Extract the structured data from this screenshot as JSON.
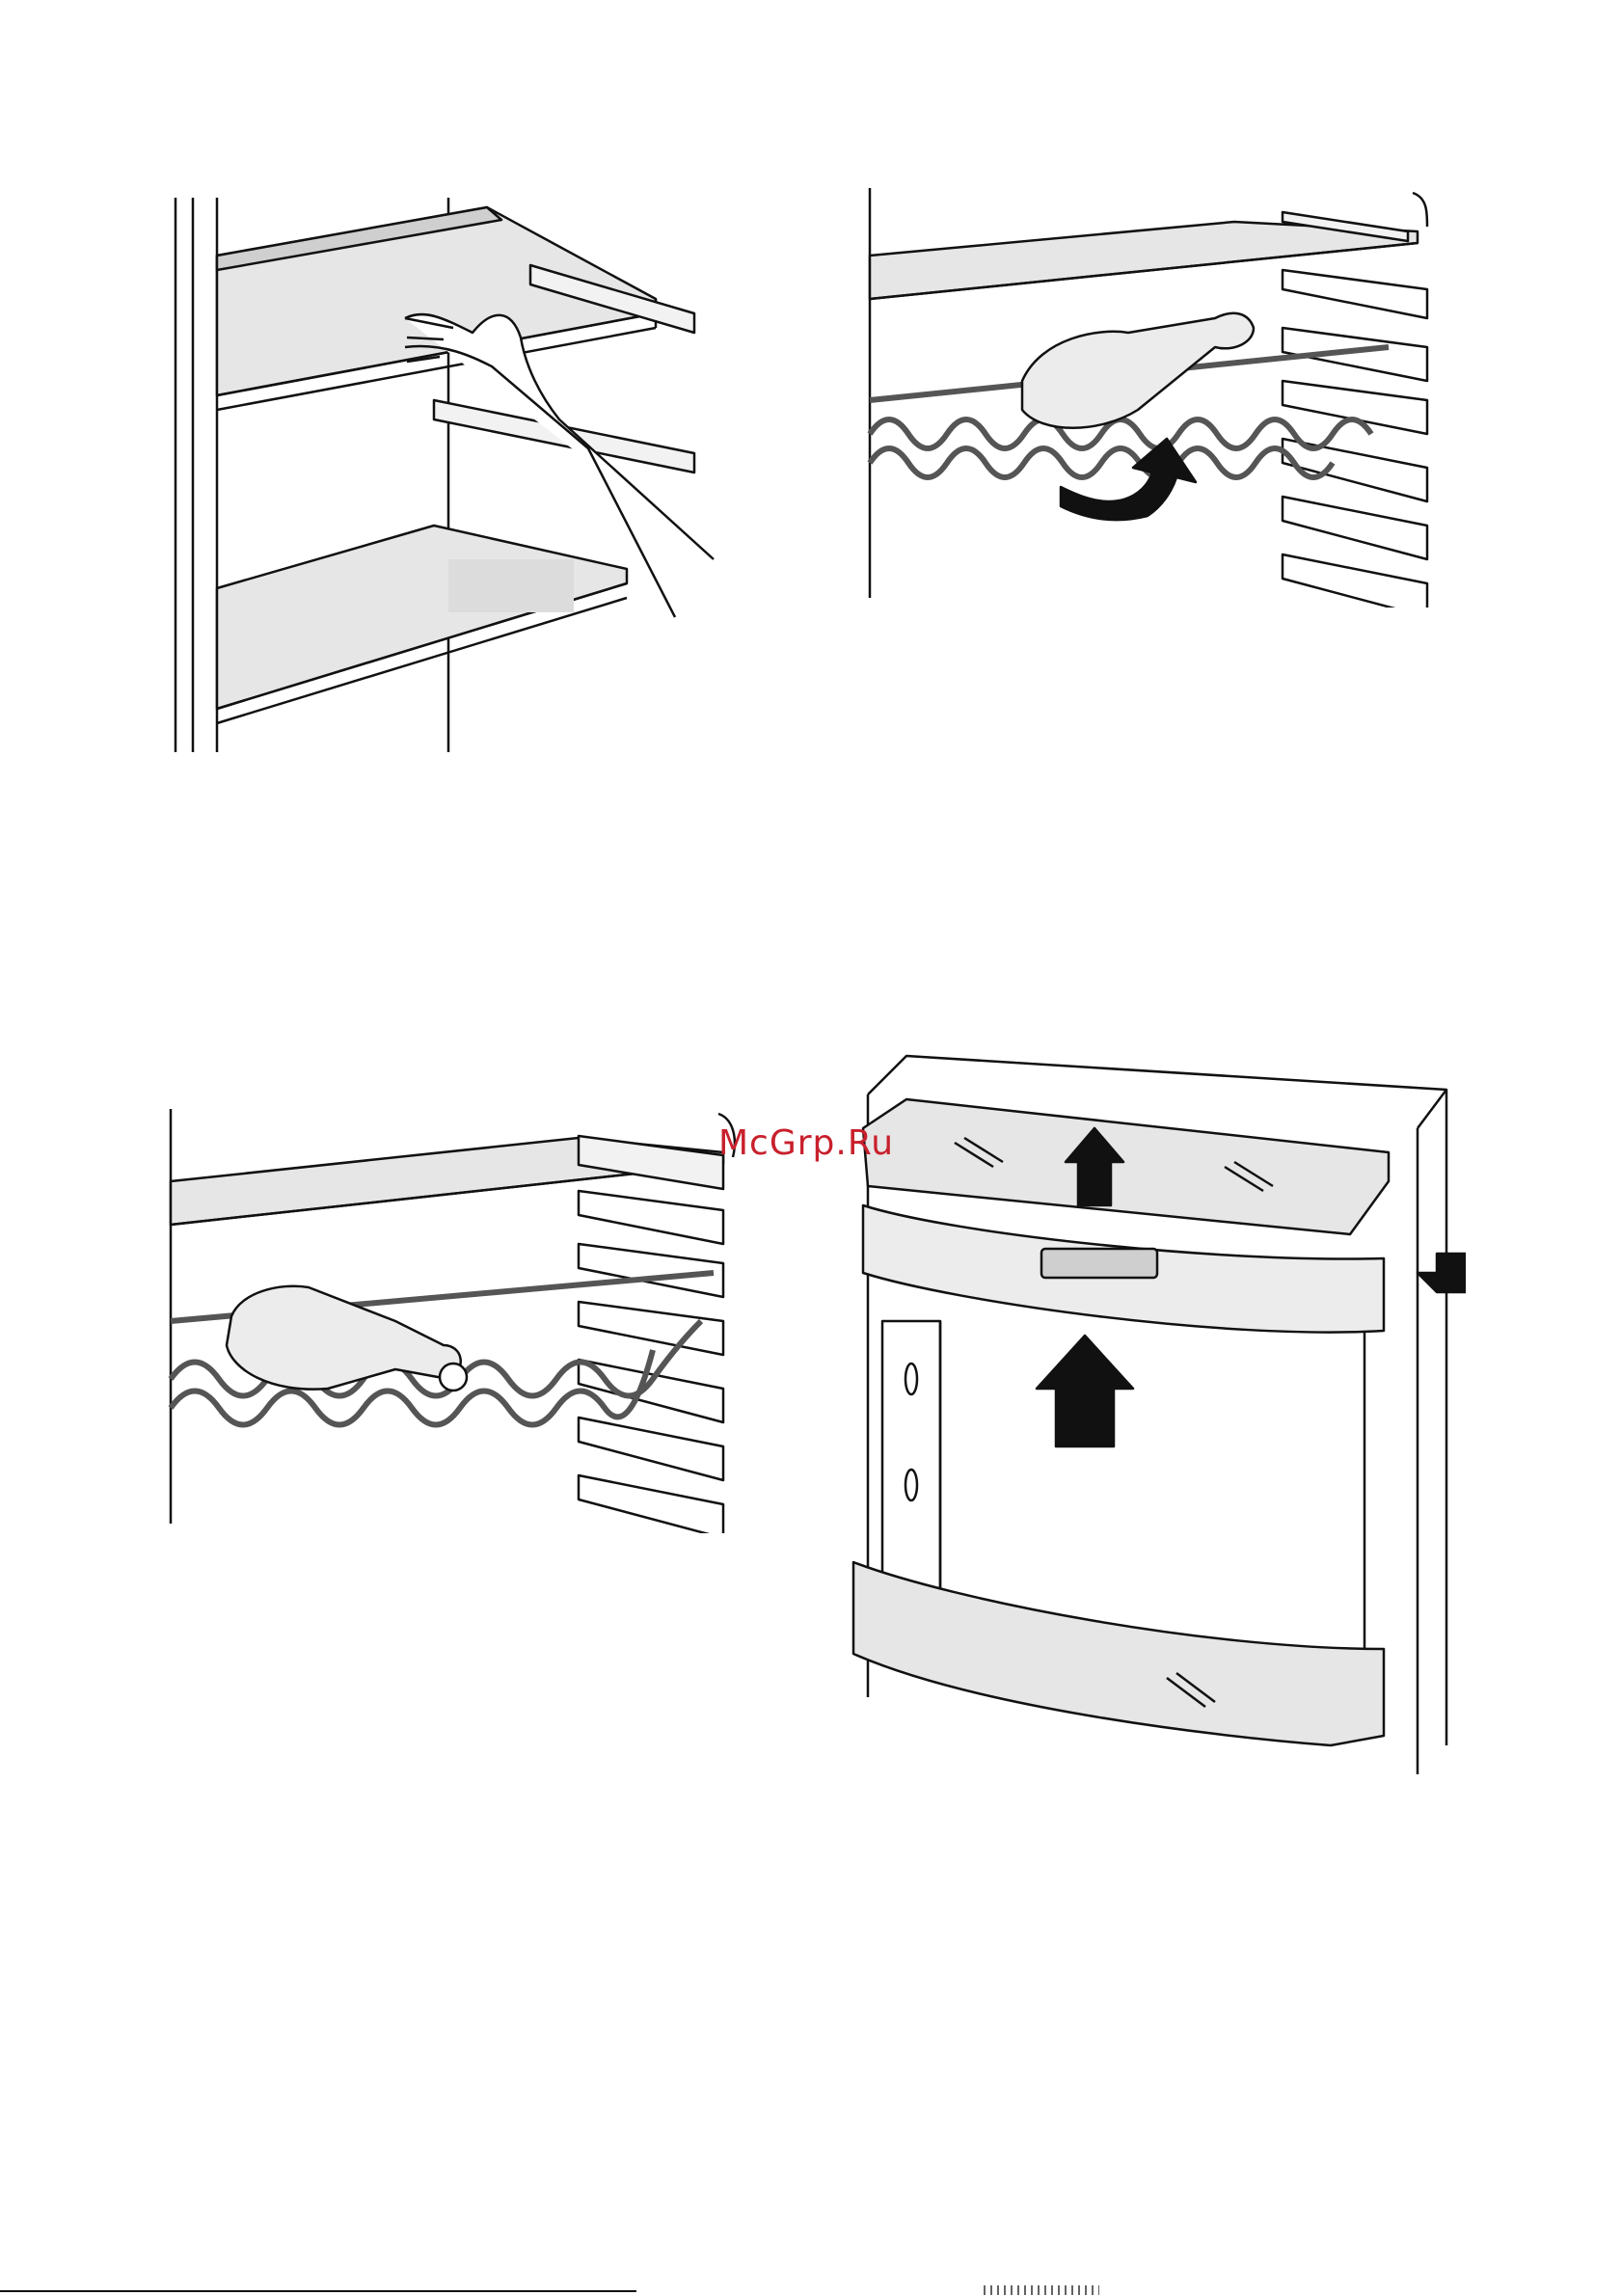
{
  "watermark": {
    "text": "McGrp.Ru",
    "color": "#c8202c"
  },
  "figures": [
    {
      "id": "fig1",
      "name": "glass-shelf-removal-illustration"
    },
    {
      "id": "fig2",
      "name": "bottle-rack-insertion-illustration"
    },
    {
      "id": "fig3",
      "name": "bottle-rack-installed-illustration"
    },
    {
      "id": "fig4",
      "name": "crisper-drawer-removal-illustration"
    }
  ],
  "colors": {
    "line": "#111111",
    "shelf_fill": "#e6e6e6",
    "wire": "#555555",
    "arrow": "#111111"
  }
}
